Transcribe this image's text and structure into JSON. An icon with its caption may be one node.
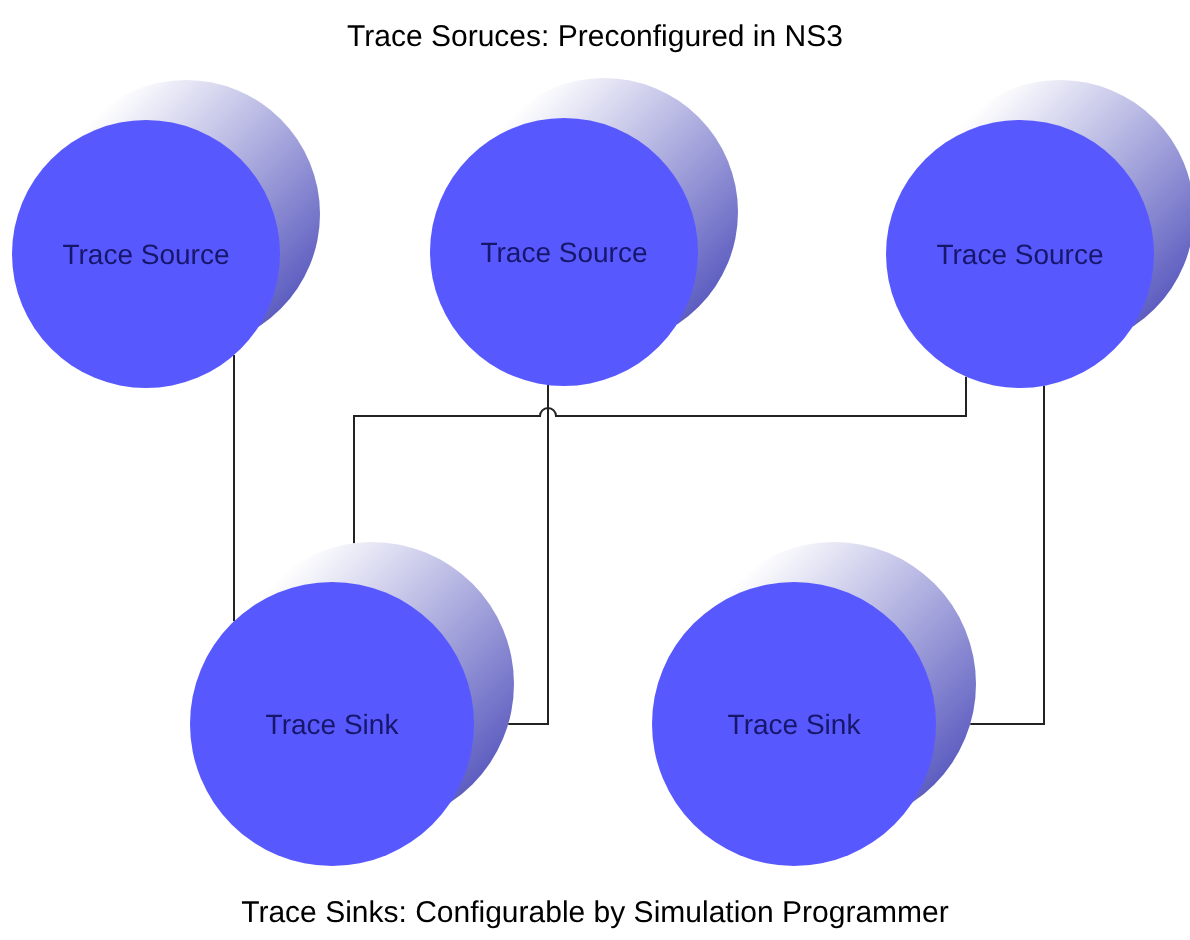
{
  "diagram": {
    "title": "Trace Soruces: Preconfigured in NS3",
    "caption": "Trace Sinks: Configurable by Simulation Programmer",
    "nodes": [
      {
        "text": [
          "Trace Source"
        ]
      },
      {
        "text": [
          "Trace Source"
        ]
      },
      {
        "text": [
          "Trace Source"
        ]
      },
      {
        "text": [
          "Trace Sink"
        ]
      },
      {
        "text": [
          "Trace Sink"
        ]
      }
    ],
    "edges": [
      {
        "from": 0,
        "to": 3,
        "arrow": "none"
      },
      {
        "from": 1,
        "to": 3,
        "arrow": "none"
      },
      {
        "from": 2,
        "to": 3,
        "arrow": "none"
      },
      {
        "from": 2,
        "to": 4,
        "arrow": "none"
      }
    ]
  }
}
